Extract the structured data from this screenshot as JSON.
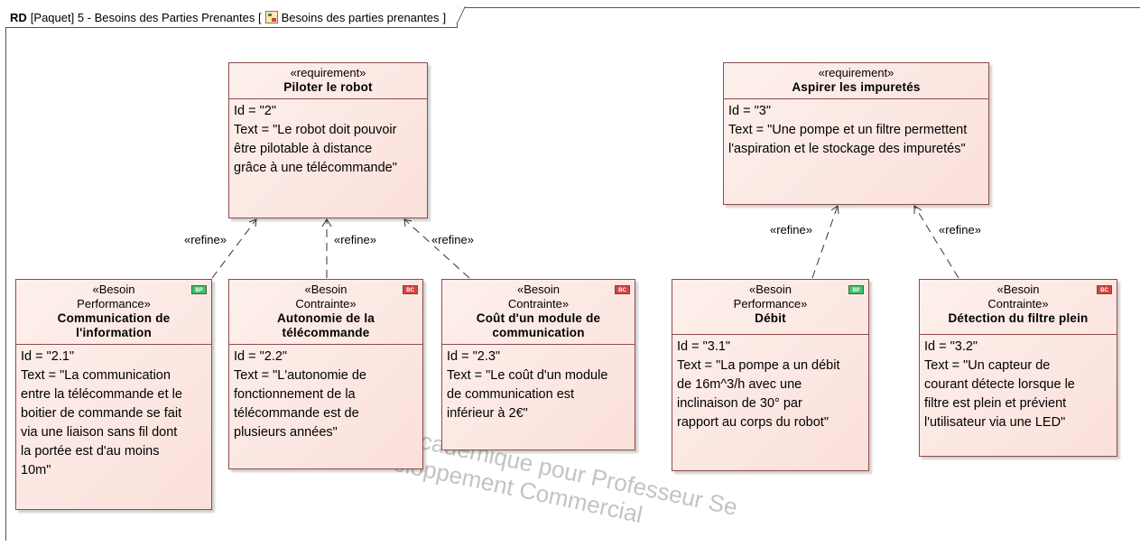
{
  "frame": {
    "kind": "RD",
    "header_text": "[Paquet] 5 - Besoins des Parties Prenantes [",
    "diagram_name": "Besoins des parties prenantes",
    "close_bracket": "]"
  },
  "requirements": [
    {
      "stereotype": "«requirement»",
      "name": "Piloter le robot",
      "lines": [
        "Id = \"2\"",
        "Text = \"Le robot doit pouvoir",
        "être pilotable à distance",
        "grâce à une télécommande\""
      ]
    },
    {
      "stereotype": "«requirement»",
      "name": "Aspirer les impuretés",
      "lines": [
        "Id = \"3\"",
        "Text = \"Une pompe et un filtre permettent",
        "l'aspiration et le stockage des impuretés\""
      ]
    },
    {
      "stereotype": "«Besoin Performance»",
      "stereotype_lines": [
        "«Besoin",
        "Performance»"
      ],
      "name_lines": [
        "Communication de",
        "l'information"
      ],
      "badge": "BP",
      "lines": [
        "Id = \"2.1\"",
        "Text = \"La communication",
        "entre la télécommande et le",
        "boitier de commande se fait",
        "via une liaison sans fil dont",
        "la portée est d'au moins",
        "10m\""
      ]
    },
    {
      "stereotype_lines": [
        "«Besoin",
        "Contrainte»"
      ],
      "name_lines": [
        "Autonomie de la",
        "télécommande"
      ],
      "badge": "BC",
      "lines": [
        "Id = \"2.2\"",
        "Text = \"L'autonomie de",
        "fonctionnement de la",
        "télécommande est de",
        "plusieurs années\""
      ]
    },
    {
      "stereotype_lines": [
        "«Besoin",
        "Contrainte»"
      ],
      "name_lines": [
        "Coût d'un module de",
        "communication"
      ],
      "badge": "BC",
      "lines": [
        "Id = \"2.3\"",
        "Text = \"Le coût d'un module",
        "de communication est",
        "inférieur à 2€\""
      ]
    },
    {
      "stereotype_lines": [
        "«Besoin",
        "Performance»"
      ],
      "name_lines": [
        "Débit"
      ],
      "badge": "BP",
      "lines": [
        "Id = \"3.1\"",
        "Text = \"La pompe a un débit",
        "de 16m^3/h avec une",
        "inclinaison de 30° par",
        "rapport au corps du robot\""
      ]
    },
    {
      "stereotype_lines": [
        "«Besoin",
        "Contrainte»"
      ],
      "name_lines": [
        "Détection du filtre plein"
      ],
      "badge": "BC",
      "lines": [
        "Id = \"3.2\"",
        "Text = \"Un capteur de",
        "courant détecte lorsque le",
        "filtre est plein et prévient",
        "l'utilisateur via une LED\""
      ]
    }
  ],
  "relations": [
    {
      "from": "Communication de l'information",
      "to": "Piloter le robot",
      "label": "«refine»"
    },
    {
      "from": "Autonomie de la télécommande",
      "to": "Piloter le robot",
      "label": "«refine»"
    },
    {
      "from": "Coût d'un module de communication",
      "to": "Piloter le robot",
      "label": "«refine»"
    },
    {
      "from": "Débit",
      "to": "Aspirer les impuretés",
      "label": "«refine»"
    },
    {
      "from": "Détection du filtre plein",
      "to": "Aspirer les impuretés",
      "label": "«refine»"
    }
  ],
  "watermark_lines": [
    "académique pour Professeur Se",
    "eloppement Commercial"
  ],
  "colors": {
    "node_fill": "#fbe4de",
    "node_border": "#8c4a4a",
    "badge_bp": "#3cc36a",
    "badge_bc": "#d9433f"
  }
}
